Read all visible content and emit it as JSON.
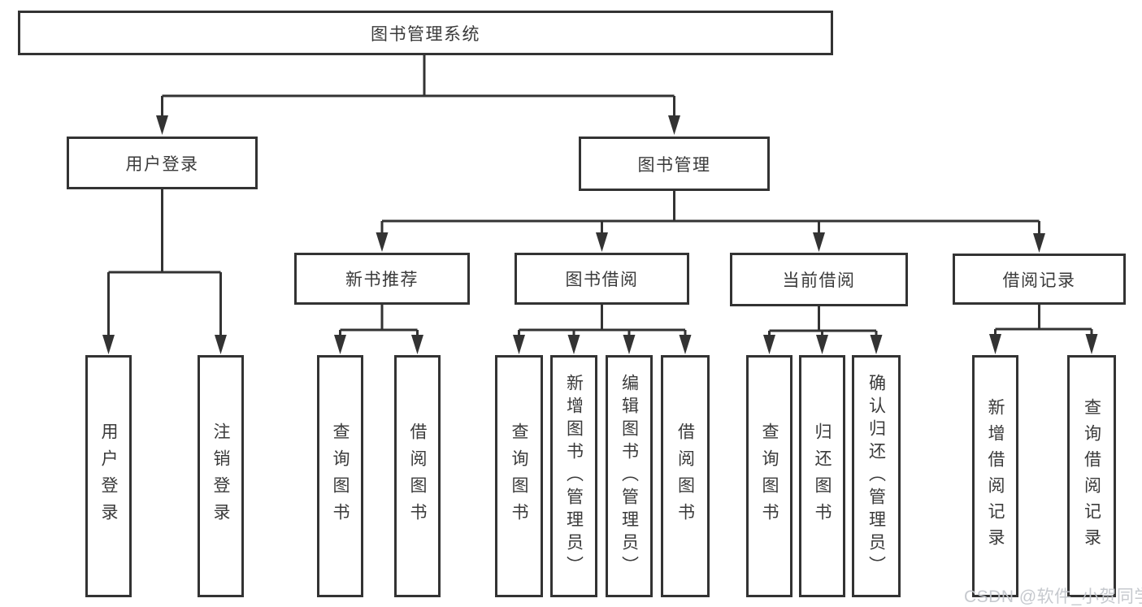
{
  "diagram": {
    "root": {
      "label": "图书管理系统"
    },
    "branches": [
      {
        "label": "用户登录",
        "children": [
          "用户登录",
          "注销登录"
        ]
      },
      {
        "label": "图书管理",
        "children": [
          {
            "label": "新书推荐",
            "children": [
              "查询图书",
              "借阅图书"
            ]
          },
          {
            "label": "图书借阅",
            "children": [
              "查询图书",
              "新增图书（管理员）",
              "编辑图书（管理员）",
              "借阅图书"
            ]
          },
          {
            "label": "当前借阅",
            "children": [
              "查询图书",
              "归还图书",
              "确认归还（管理员）"
            ]
          },
          {
            "label": "借阅记录",
            "children": [
              "新增借阅记录",
              "查询借阅记录"
            ]
          }
        ]
      }
    ]
  },
  "watermark": {
    "text": "CSDN @软件_小贺同学"
  },
  "colors": {
    "line": "#333333",
    "box_border": "#333333",
    "text": "#3a3a3a",
    "background": "#ffffff",
    "watermark": "#c3c6cb"
  }
}
